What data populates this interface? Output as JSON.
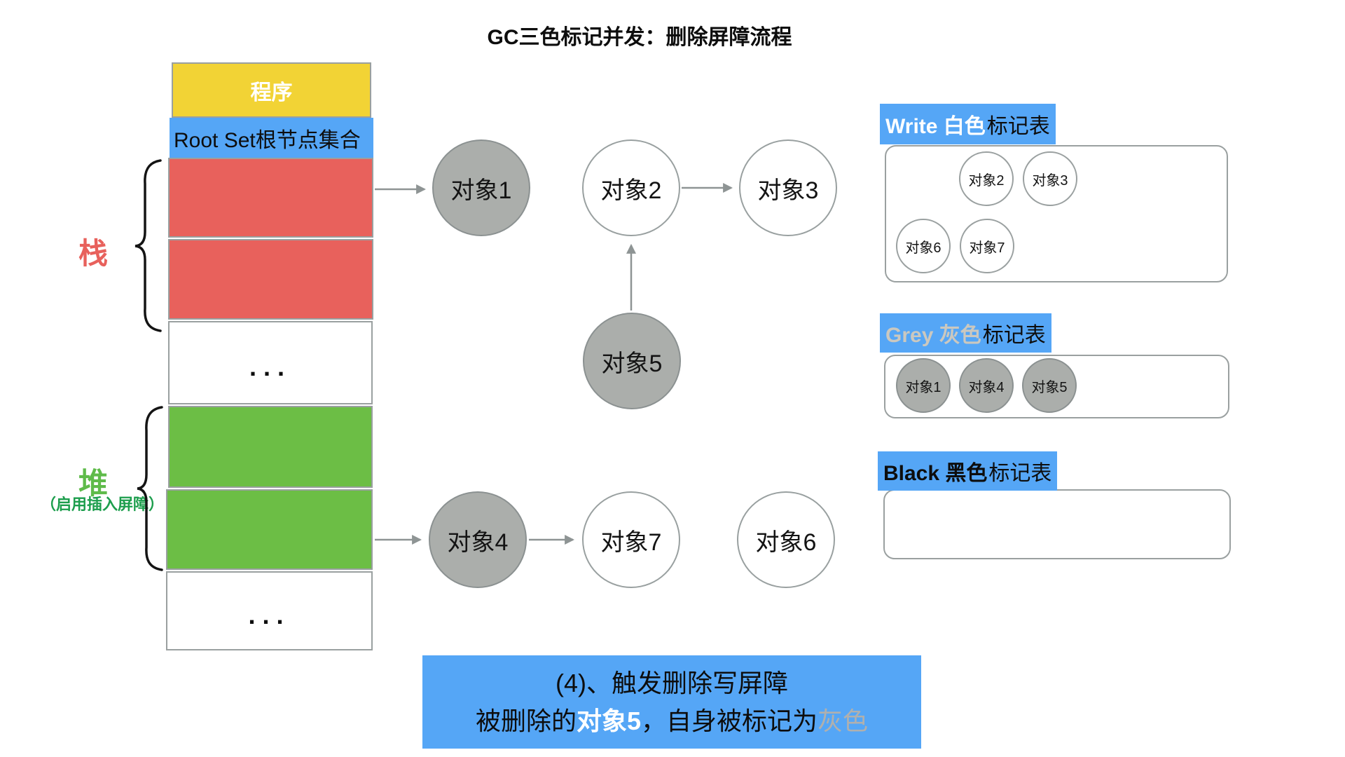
{
  "title": "GC三色标记并发：删除屏障流程",
  "colors": {
    "blue": "#55a6f6",
    "red": "#e8615c",
    "green": "#6cbe45",
    "yellow": "#f2d335",
    "node_gray_fill": "#abaeab",
    "node_gray_border": "#8b9191",
    "node_white_border": "#99a0a0",
    "arrow": "#8e9494",
    "grey_header_text": "#cbc8bf",
    "caption_gray_text": "#b0b0ae",
    "stack_label_color": "#e8615c",
    "heap_label_color": "#5fbb4a"
  },
  "memory": {
    "program": "程序",
    "root_set": "Root Set根节点集合",
    "stack_brace_label": "栈",
    "heap_brace_label": "堆",
    "heap_note": "（启用插入屏障）",
    "ellipsis_top": "...",
    "ellipsis_bottom": "..."
  },
  "graph": {
    "nodes": [
      {
        "label": "对象1",
        "color": "gray"
      },
      {
        "label": "对象2",
        "color": "white"
      },
      {
        "label": "对象3",
        "color": "white"
      },
      {
        "label": "对象4",
        "color": "gray"
      },
      {
        "label": "对象5",
        "color": "gray"
      },
      {
        "label": "对象6",
        "color": "white"
      },
      {
        "label": "对象7",
        "color": "white"
      }
    ],
    "edges": [
      "root-set to 对象1",
      "对象2 to 对象3",
      "对象5 to 对象2",
      "heap to 对象4",
      "对象4 to 对象7"
    ]
  },
  "tables": {
    "white": {
      "title_colored": "Write 白色",
      "title_suffix": "标记表",
      "items": [
        "对象2",
        "对象3",
        "对象6",
        "对象7"
      ]
    },
    "grey": {
      "title_colored": "Grey 灰色",
      "title_suffix": "标记表",
      "items": [
        "对象1",
        "对象4",
        "对象5"
      ]
    },
    "black": {
      "title_colored": "Black 黑色",
      "title_suffix": "标记表",
      "items": []
    }
  },
  "caption": {
    "line1": "(4)、触发删除写屏障",
    "line2_parts": [
      {
        "text": "被删除的"
      },
      {
        "text": "对象5"
      },
      {
        "text": "，自身被标记为"
      },
      {
        "text": "灰色"
      }
    ]
  }
}
